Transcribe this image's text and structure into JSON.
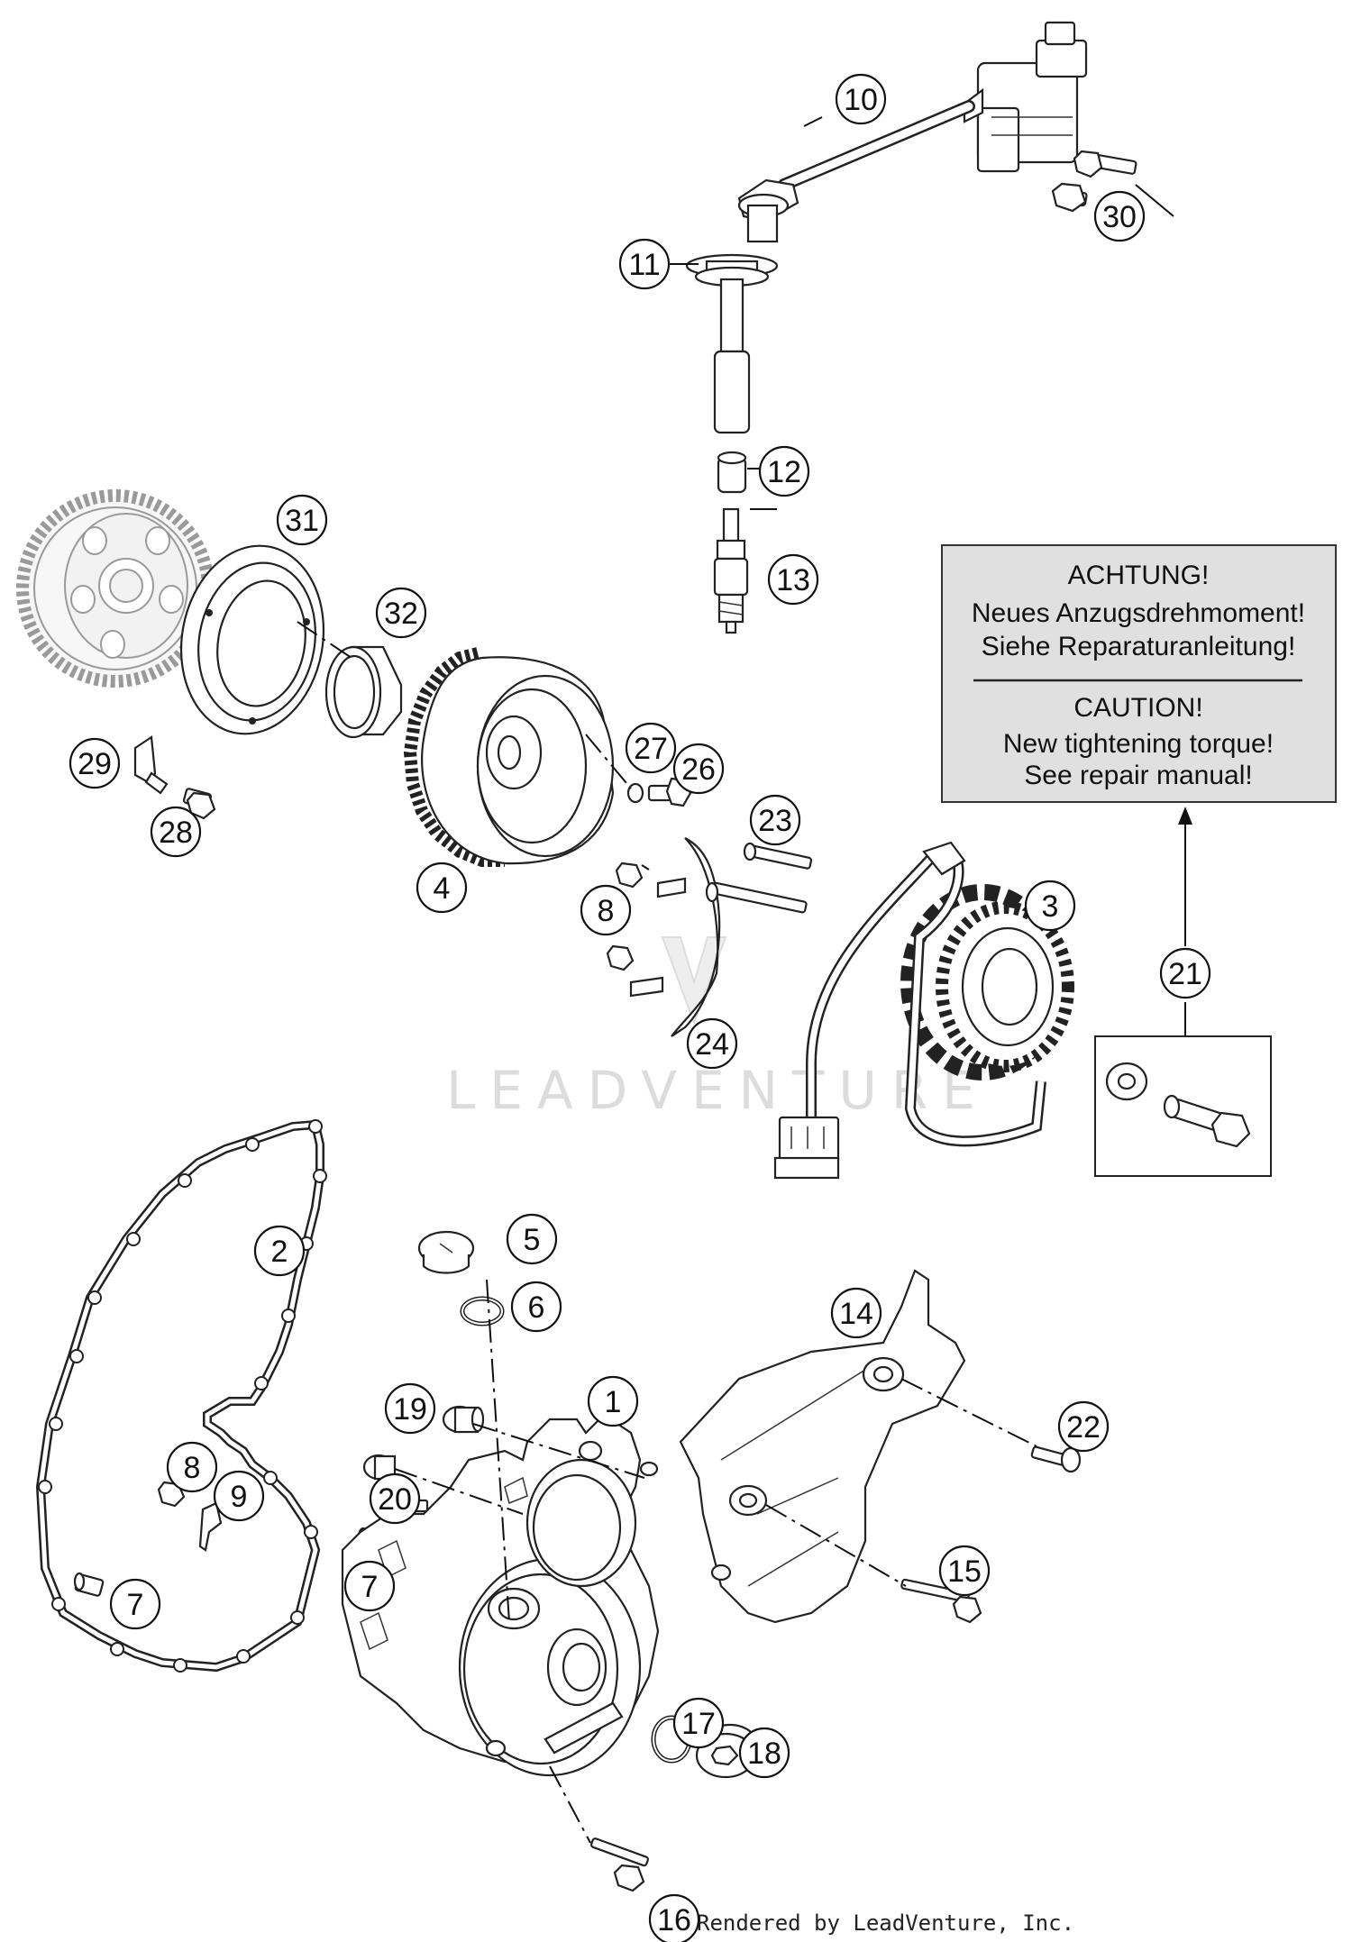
{
  "notice": {
    "german_title": "ACHTUNG!",
    "german_line1": "Neues Anzugsdrehmoment!",
    "german_line2": "Siehe Reparaturanleitung!",
    "english_title": "CAUTION!",
    "english_line1": "New tightening torque!",
    "english_line2": "See repair manual!"
  },
  "watermark": "LEADVENTURE",
  "credit": "Rendered by LeadVenture, Inc.",
  "callouts": [
    {
      "id": "c10",
      "label": "10"
    },
    {
      "id": "c11",
      "label": "11"
    },
    {
      "id": "c30",
      "label": "30"
    },
    {
      "id": "c12",
      "label": "12"
    },
    {
      "id": "c13",
      "label": "13"
    },
    {
      "id": "c31",
      "label": "31"
    },
    {
      "id": "c32",
      "label": "32"
    },
    {
      "id": "c27",
      "label": "27"
    },
    {
      "id": "c26",
      "label": "26"
    },
    {
      "id": "c29",
      "label": "29"
    },
    {
      "id": "c28",
      "label": "28"
    },
    {
      "id": "c23",
      "label": "23"
    },
    {
      "id": "c4",
      "label": "4"
    },
    {
      "id": "c8a",
      "label": "8"
    },
    {
      "id": "c3",
      "label": "3"
    },
    {
      "id": "c24",
      "label": "24"
    },
    {
      "id": "c21",
      "label": "21"
    },
    {
      "id": "c5",
      "label": "5"
    },
    {
      "id": "c2",
      "label": "2"
    },
    {
      "id": "c6",
      "label": "6"
    },
    {
      "id": "c14",
      "label": "14"
    },
    {
      "id": "c1",
      "label": "1"
    },
    {
      "id": "c19",
      "label": "19"
    },
    {
      "id": "c22",
      "label": "22"
    },
    {
      "id": "c8b",
      "label": "8"
    },
    {
      "id": "c9",
      "label": "9"
    },
    {
      "id": "c20",
      "label": "20"
    },
    {
      "id": "c15",
      "label": "15"
    },
    {
      "id": "c7a",
      "label": "7"
    },
    {
      "id": "c7b",
      "label": "7"
    },
    {
      "id": "c17",
      "label": "17"
    },
    {
      "id": "c18",
      "label": "18"
    },
    {
      "id": "c16",
      "label": "16"
    }
  ]
}
